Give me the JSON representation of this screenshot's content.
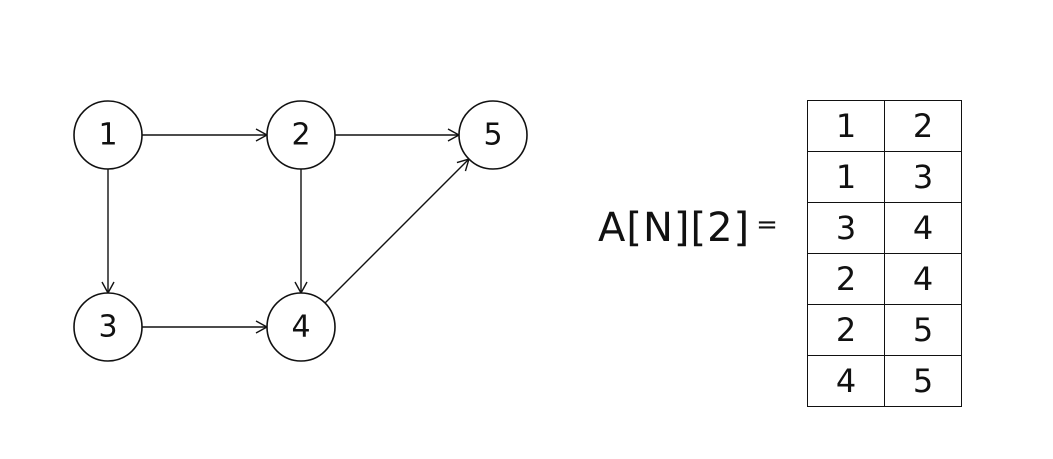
{
  "graph": {
    "nodes": [
      {
        "id": "1",
        "label": "1"
      },
      {
        "id": "2",
        "label": "2"
      },
      {
        "id": "3",
        "label": "3"
      },
      {
        "id": "4",
        "label": "4"
      },
      {
        "id": "5",
        "label": "5"
      }
    ],
    "edges": [
      {
        "from": "1",
        "to": "2"
      },
      {
        "from": "1",
        "to": "3"
      },
      {
        "from": "3",
        "to": "4"
      },
      {
        "from": "2",
        "to": "4"
      },
      {
        "from": "2",
        "to": "5"
      },
      {
        "from": "4",
        "to": "5"
      }
    ]
  },
  "formula": {
    "lhs": "A[N][2]",
    "equals": "="
  },
  "table": {
    "rows": [
      [
        "1",
        "2"
      ],
      [
        "1",
        "3"
      ],
      [
        "3",
        "4"
      ],
      [
        "2",
        "4"
      ],
      [
        "2",
        "5"
      ],
      [
        "4",
        "5"
      ]
    ]
  }
}
